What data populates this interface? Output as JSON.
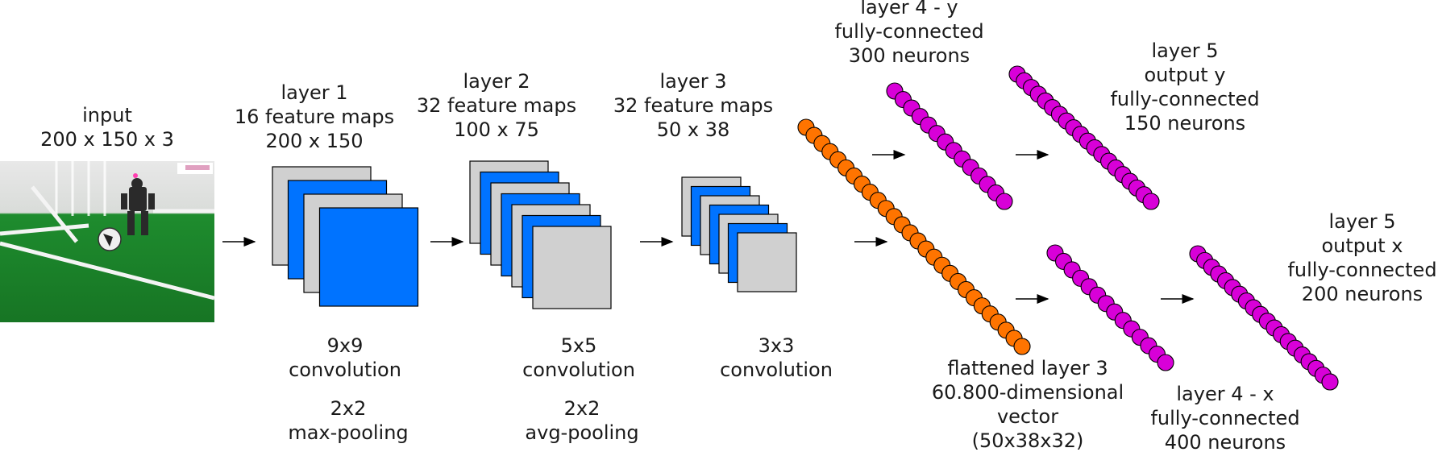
{
  "colors": {
    "feature_map_gray": "#d0d0d0",
    "feature_map_blue": "#0073ff",
    "neuron_orange": "#ff7400",
    "neuron_magenta": "#d800d8",
    "arrow": "#000000",
    "field_green": "#1f8a2c"
  },
  "input": {
    "title": "input",
    "size": "200 x 150 x 3"
  },
  "layer1": {
    "title": "layer 1",
    "maps": "16 feature maps",
    "size": "200 x 150",
    "conv": [
      "9x9",
      "convolution"
    ],
    "pool": [
      "2x2",
      "max-pooling"
    ]
  },
  "layer2": {
    "title": "layer 2",
    "maps": "32 feature maps",
    "size": "100 x 75",
    "conv": [
      "5x5",
      "convolution"
    ],
    "pool": [
      "2x2",
      "avg-pooling"
    ]
  },
  "layer3": {
    "title": "layer 3",
    "maps": "32 feature maps",
    "size": "50 x 38",
    "conv": [
      "3x3",
      "convolution"
    ]
  },
  "flattened": {
    "lines": [
      "flattened layer 3",
      "60.800-dimensional",
      "vector",
      "(50x38x32)"
    ]
  },
  "layer4y": {
    "lines": [
      "layer 4 - y",
      "fully-connected",
      "300 neurons"
    ]
  },
  "layer4x": {
    "lines": [
      "layer 4 - x",
      "fully-connected",
      "400 neurons"
    ]
  },
  "layer5y": {
    "lines": [
      "layer 5",
      "output y",
      "fully-connected",
      "150 neurons"
    ]
  },
  "layer5x": {
    "lines": [
      "layer 5",
      "output x",
      "fully-connected",
      "200 neurons"
    ]
  }
}
